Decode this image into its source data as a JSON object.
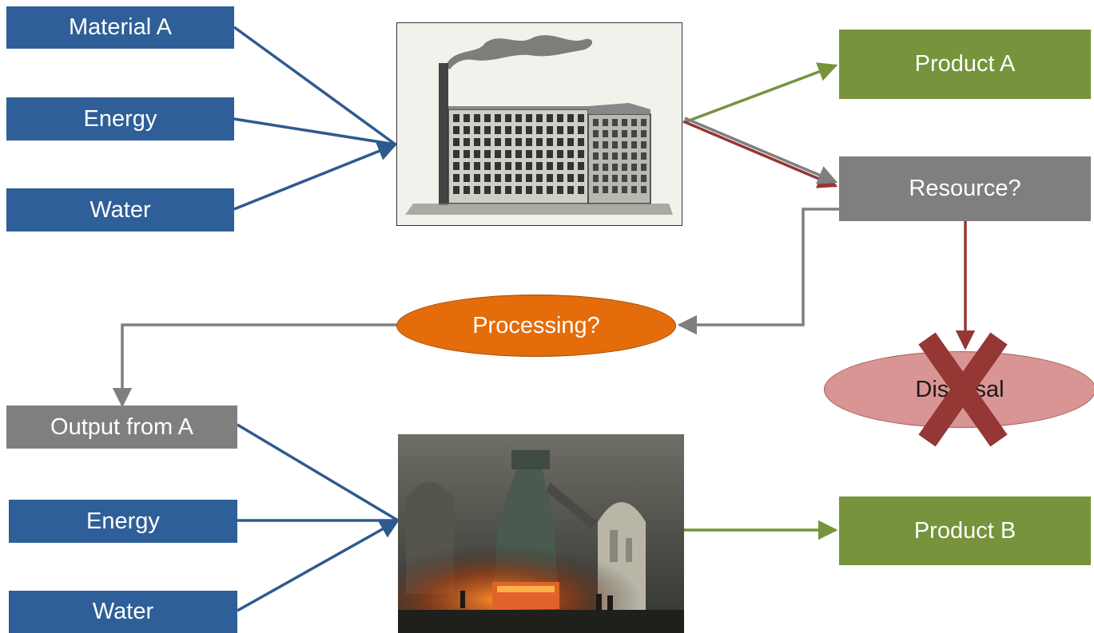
{
  "inputs_top": [
    "Material A",
    "Energy",
    "Water"
  ],
  "inputs_bottom": [
    "Output from A",
    "Energy",
    "Water"
  ],
  "products": {
    "a": "Product A",
    "b": "Product B"
  },
  "resource": "Resource?",
  "processing": "Processing?",
  "disposal": "Disposal",
  "images": {
    "factory": "engraving-of-mill-factory",
    "forge": "painting-of-steam-hammer-forge"
  },
  "colors": {
    "blue": "#2f5f98",
    "green": "#77933c",
    "gray": "#7f7f7f",
    "orange": "#e46c0a",
    "pink": "#d99594",
    "red_x": "#953735",
    "arrow_blue": "#2e5a8f",
    "arrow_red": "#953735"
  }
}
